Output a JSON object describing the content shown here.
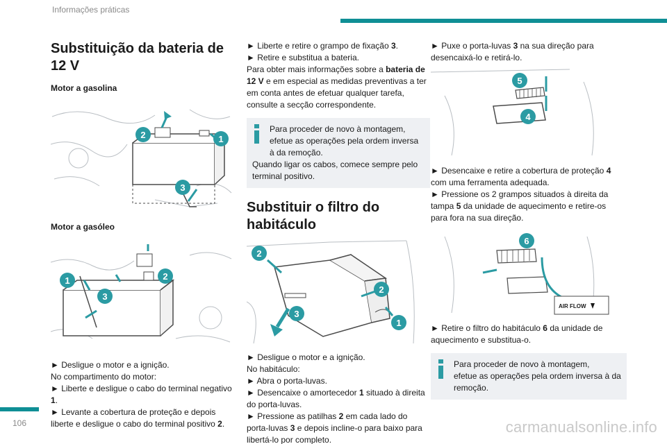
{
  "header": {
    "section_title": "Informações práticas"
  },
  "footer": {
    "page_number": "106",
    "watermark": "carmanualsonline.info"
  },
  "colors": {
    "accent": "#0f8f95",
    "note_background": "#eef0f3",
    "callout": "#2b9ba3"
  },
  "battery": {
    "title": "Substituição da bateria de 12 V",
    "petrol_heading": "Motor a gasolina",
    "diesel_heading": "Motor a gasóleo",
    "petrol_callouts": [
      "2",
      "1",
      "3"
    ],
    "diesel_callouts": [
      "1",
      "3",
      "2"
    ],
    "step1": "► Desligue o motor e a ignição.",
    "step2": "No compartimento do motor:",
    "step3_a": "► Liberte e desligue o cabo do terminal negativo ",
    "step3_b": "1",
    "step3_c": ".",
    "step4_a": "► Levante a cobertura de proteção e depois liberte e desligue o cabo do terminal positivo ",
    "step4_b": "2",
    "step4_c": ".",
    "step5_a": "► Liberte e retire o grampo de fixação ",
    "step5_b": "3",
    "step5_c": ".",
    "step6": "► Retire e substitua a bateria.",
    "step7_a": "Para obter mais informações sobre a ",
    "step7_b": "bateria de 12 V",
    "step7_c": " e em especial as medidas preventivas a ter em conta antes de efetuar qualquer tarefa, consulte a secção correspondente.",
    "note_line1": "Para proceder de novo à montagem,",
    "note_line2": "efetue as operações pela ordem inversa à da remoção.",
    "note_line3": "Quando ligar os cabos, comece sempre pelo terminal positivo."
  },
  "filter": {
    "title": "Substituir o filtro do habitáculo",
    "glovebox_callouts": [
      "2",
      "2",
      "3",
      "1"
    ],
    "step1": "► Desligue o motor e a ignição.",
    "step2": "No habitáculo:",
    "step3": "► Abra o porta-luvas.",
    "step4_a": "► Desencaixe o amortecedor ",
    "step4_b": "1",
    "step4_c": " situado à direita do porta-luvas.",
    "step5_a": "► Pressione as patilhas ",
    "step5_b": "2",
    "step5_c": " em cada lado do porta-luvas ",
    "step5_d": "3",
    "step5_e": " e depois incline-o para baixo para libertá-lo por completo.",
    "step6_a": "► Puxe o porta-luvas ",
    "step6_b": "3",
    "step6_c": " na sua direção para desencaixá-lo e retirá-lo.",
    "housing_callouts": [
      "5",
      "4"
    ],
    "step7_a": "► Desencaixe e retire a cobertura de proteção ",
    "step7_b": "4",
    "step7_c": " com uma ferramenta adequada.",
    "step8_a": "► Pressione os 2 grampos situados à direita da tampa ",
    "step8_b": "5",
    "step8_c": " da unidade de aquecimento e retire-os para fora na sua direção.",
    "filter_callout": "6",
    "airflow_label": "AIR FLOW",
    "step9_a": "► Retire o filtro do habitáculo ",
    "step9_b": "6",
    "step9_c": " da unidade de aquecimento e substitua-o.",
    "note_line1": "Para proceder de novo à montagem,",
    "note_line2": "efetue as operações pela ordem inversa à da remoção."
  }
}
